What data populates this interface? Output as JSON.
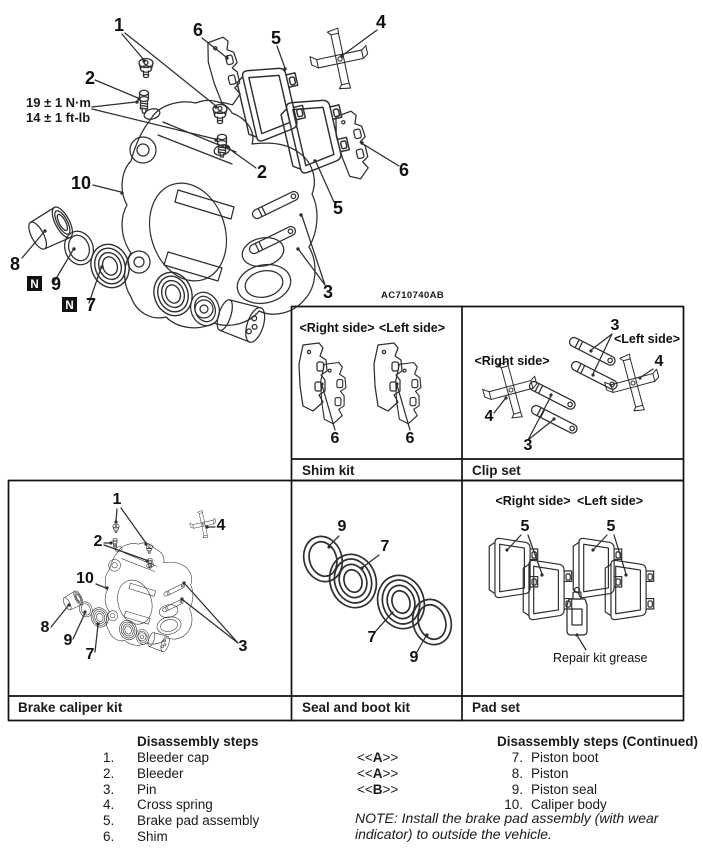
{
  "figure_code": "AC710740AB",
  "torque_spec": {
    "metric": "19 ± 1 N·m",
    "imperial": "14 ± 1 ft-lb"
  },
  "non_reusable_symbol": "N",
  "side_labels": {
    "right": "<Right side>",
    "left": "<Left side>"
  },
  "callouts": {
    "c1": "1",
    "c2": "2",
    "c3": "3",
    "c4": "4",
    "c5": "5",
    "c6": "6",
    "c7": "7",
    "c8": "8",
    "c9": "9",
    "c10": "10"
  },
  "panels": {
    "shim_kit": {
      "caption": "Shim kit"
    },
    "clip_set": {
      "caption": "Clip set"
    },
    "brake_caliper_kit": {
      "caption": "Brake caliper kit"
    },
    "seal_and_boot_kit": {
      "caption": "Seal and boot kit"
    },
    "pad_set": {
      "caption": "Pad set",
      "grease_label": "Repair kit grease"
    }
  },
  "steps_left": {
    "title": "Disassembly steps",
    "items": [
      {
        "num": "1.",
        "label": "Bleeder cap"
      },
      {
        "num": "2.",
        "label": "Bleeder"
      },
      {
        "num": "3.",
        "label": "Pin"
      },
      {
        "num": "4.",
        "label": "Cross spring"
      },
      {
        "num": "5.",
        "label": "Brake pad assembly"
      },
      {
        "num": "6.",
        "label": "Shim"
      }
    ]
  },
  "steps_right": {
    "title": "Disassembly steps (Continued)",
    "items": [
      {
        "num": "7.",
        "label": "Piston boot"
      },
      {
        "num": "8.",
        "label": "Piston"
      },
      {
        "num": "9.",
        "label": "Piston seal"
      },
      {
        "num": "10.",
        "label": "Caliper body"
      }
    ]
  },
  "ref_markers": [
    {
      "open": "<<",
      "letter": "A",
      "close": ">>"
    },
    {
      "open": "<<",
      "letter": "A",
      "close": ">>"
    },
    {
      "open": "<<",
      "letter": "B",
      "close": ">>"
    }
  ],
  "note": "NOTE: Install the brake pad assembly (with wear indicator) to outside the vehicle.",
  "ink_color": "#2e2e2e"
}
